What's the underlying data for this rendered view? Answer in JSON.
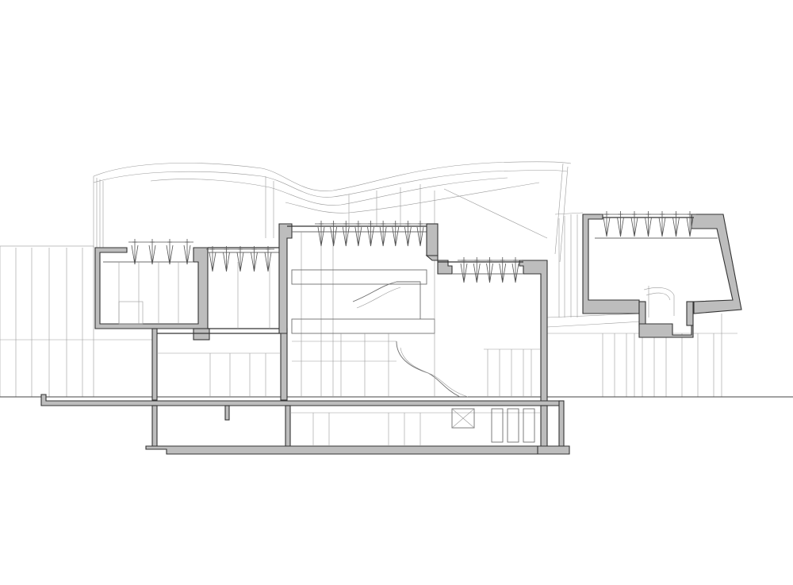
{
  "drawing": {
    "kind": "architectural-section",
    "colors": {
      "background": "#ffffff",
      "cut_fill": "#bdbdbd",
      "cut_stroke": "#333333",
      "elevation_line": "#9a9a9a"
    },
    "skylight_truss_counts": {
      "left_block": 4,
      "left_bridge": 5,
      "central_high_roof": 9,
      "middle_block": 5,
      "right_block": 7
    }
  }
}
